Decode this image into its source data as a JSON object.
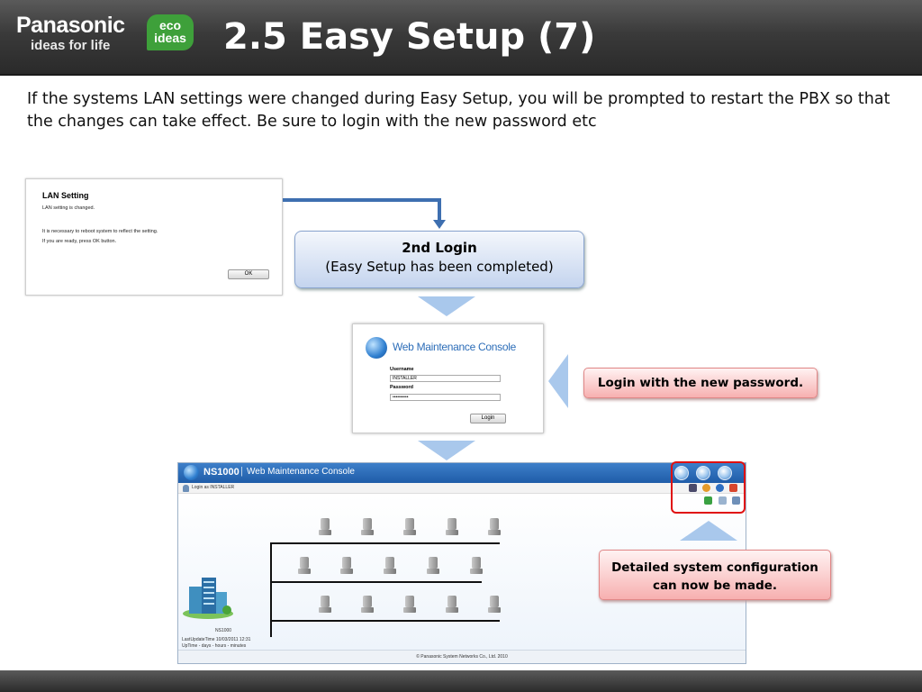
{
  "header": {
    "brand": "Panasonic",
    "tagline": "ideas for life",
    "eco_line1": "eco",
    "eco_line2": "ideas",
    "title": "2.5 Easy Setup (7)"
  },
  "intro": "If the systems LAN settings were changed during Easy Setup, you will be prompted to restart the PBX so that the changes can take effect. Be sure to login with the new password etc",
  "lan_dialog": {
    "title": "LAN Setting",
    "line1": "LAN setting is changed.",
    "line2": "It is necessary to reboot system to reflect the setting.",
    "line3": "If you are ready, press OK button.",
    "ok_label": "OK"
  },
  "second_login": {
    "line1": "2nd Login",
    "line2": "(Easy Setup has been completed)"
  },
  "login_console": {
    "title": "Web Maintenance Console",
    "username_label": "Username",
    "username_value": "INSTALLER",
    "password_label": "Password",
    "password_value": "••••••••••",
    "login_label": "Login"
  },
  "callouts": {
    "new_password": "Login with the new password.",
    "detailed_line1": "Detailed system configuration",
    "detailed_line2": "can now be made."
  },
  "main_console": {
    "product": "NS1000",
    "separator": "|",
    "subtitle": "Web Maintenance Console",
    "login_as": "Login as INSTALLER",
    "system_label": "NS1000",
    "last_update": "LastUpdateTime 10/03/2011 12:31",
    "uptime": "UpTime - days - hours - minutes",
    "copyright": "© Panasonic System Networks Co., Ltd. 2010"
  },
  "colors": {
    "accent_blue": "#3e6fb0",
    "triangle_blue": "#a9c8ec",
    "highlight_red": "#e01010",
    "eco_green": "#3ea03a"
  }
}
